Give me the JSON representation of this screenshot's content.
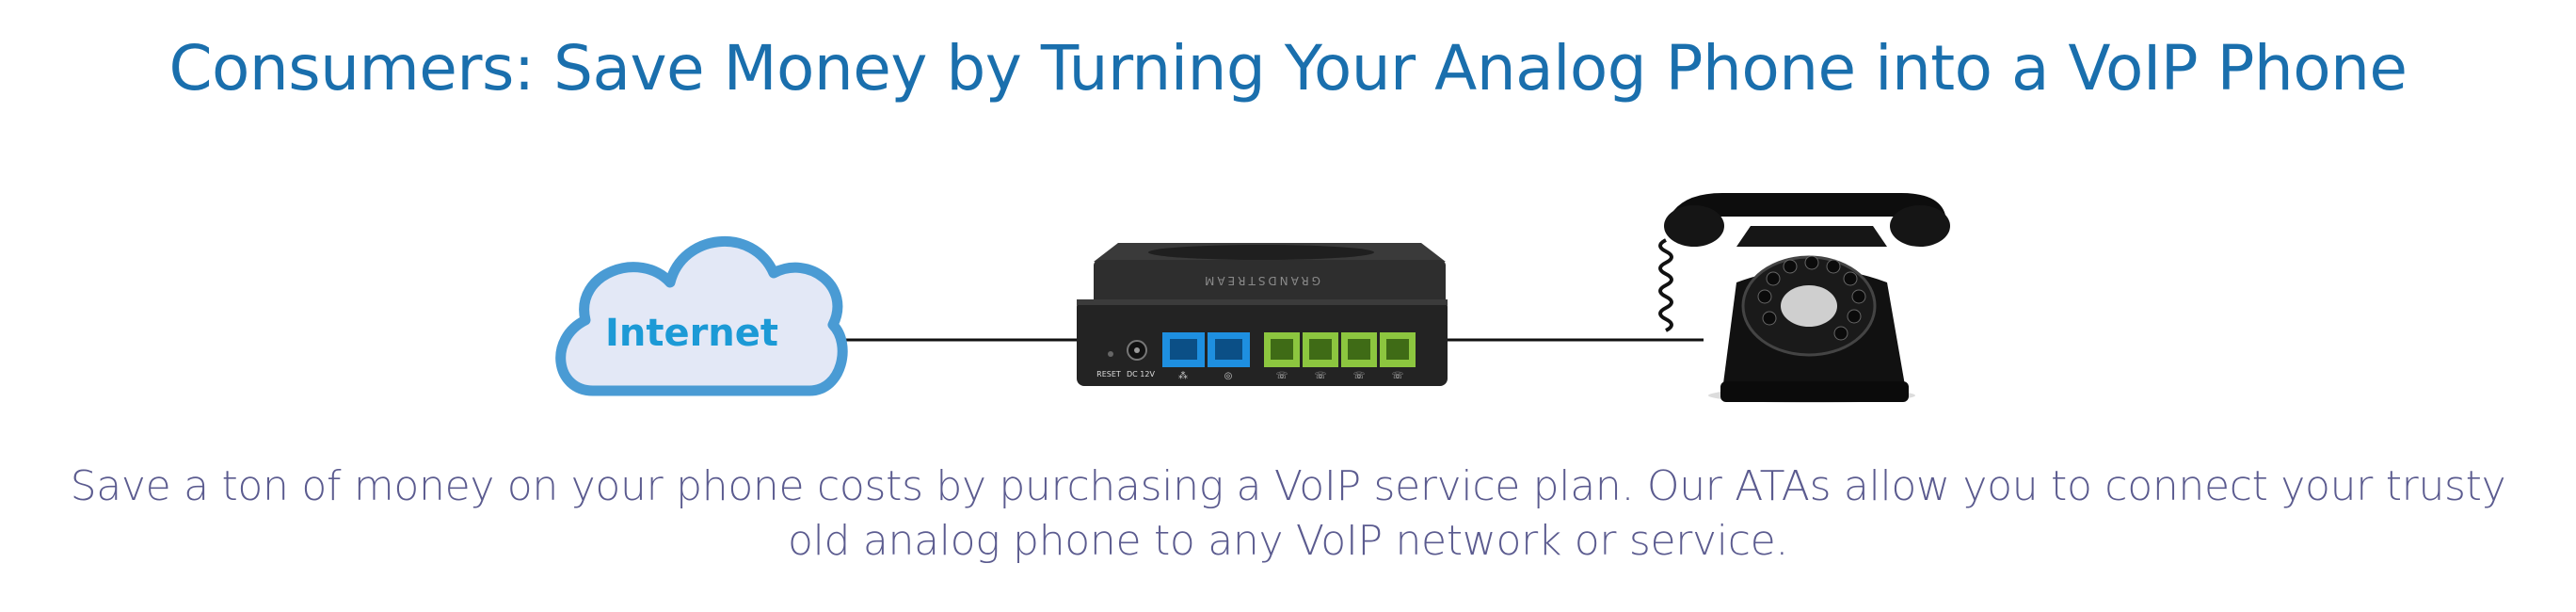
{
  "header": {
    "title": "Consumers: Save Money by Turning Your Analog Phone into a VoIP Phone"
  },
  "diagram": {
    "cloud_label": "Internet",
    "device": {
      "brand_text": "GRANDSTREAM",
      "reset_label": "RESET",
      "power_label": "DC 12V"
    },
    "colors": {
      "cloud_fill": "#e3e8f6",
      "cloud_stroke": "#4a9bd4",
      "cloud_text": "#1c9ad6",
      "lan_port": "#1e8fe0",
      "fxs_port": "#8cc63f",
      "device_body": "#2b2b2b",
      "phone_body": "#111111"
    }
  },
  "caption": {
    "line1": "Save a ton of money on your phone costs by purchasing a VoIP service plan. Our ATAs allow you to connect your trusty",
    "line2": "old analog phone to any VoIP network or service."
  }
}
